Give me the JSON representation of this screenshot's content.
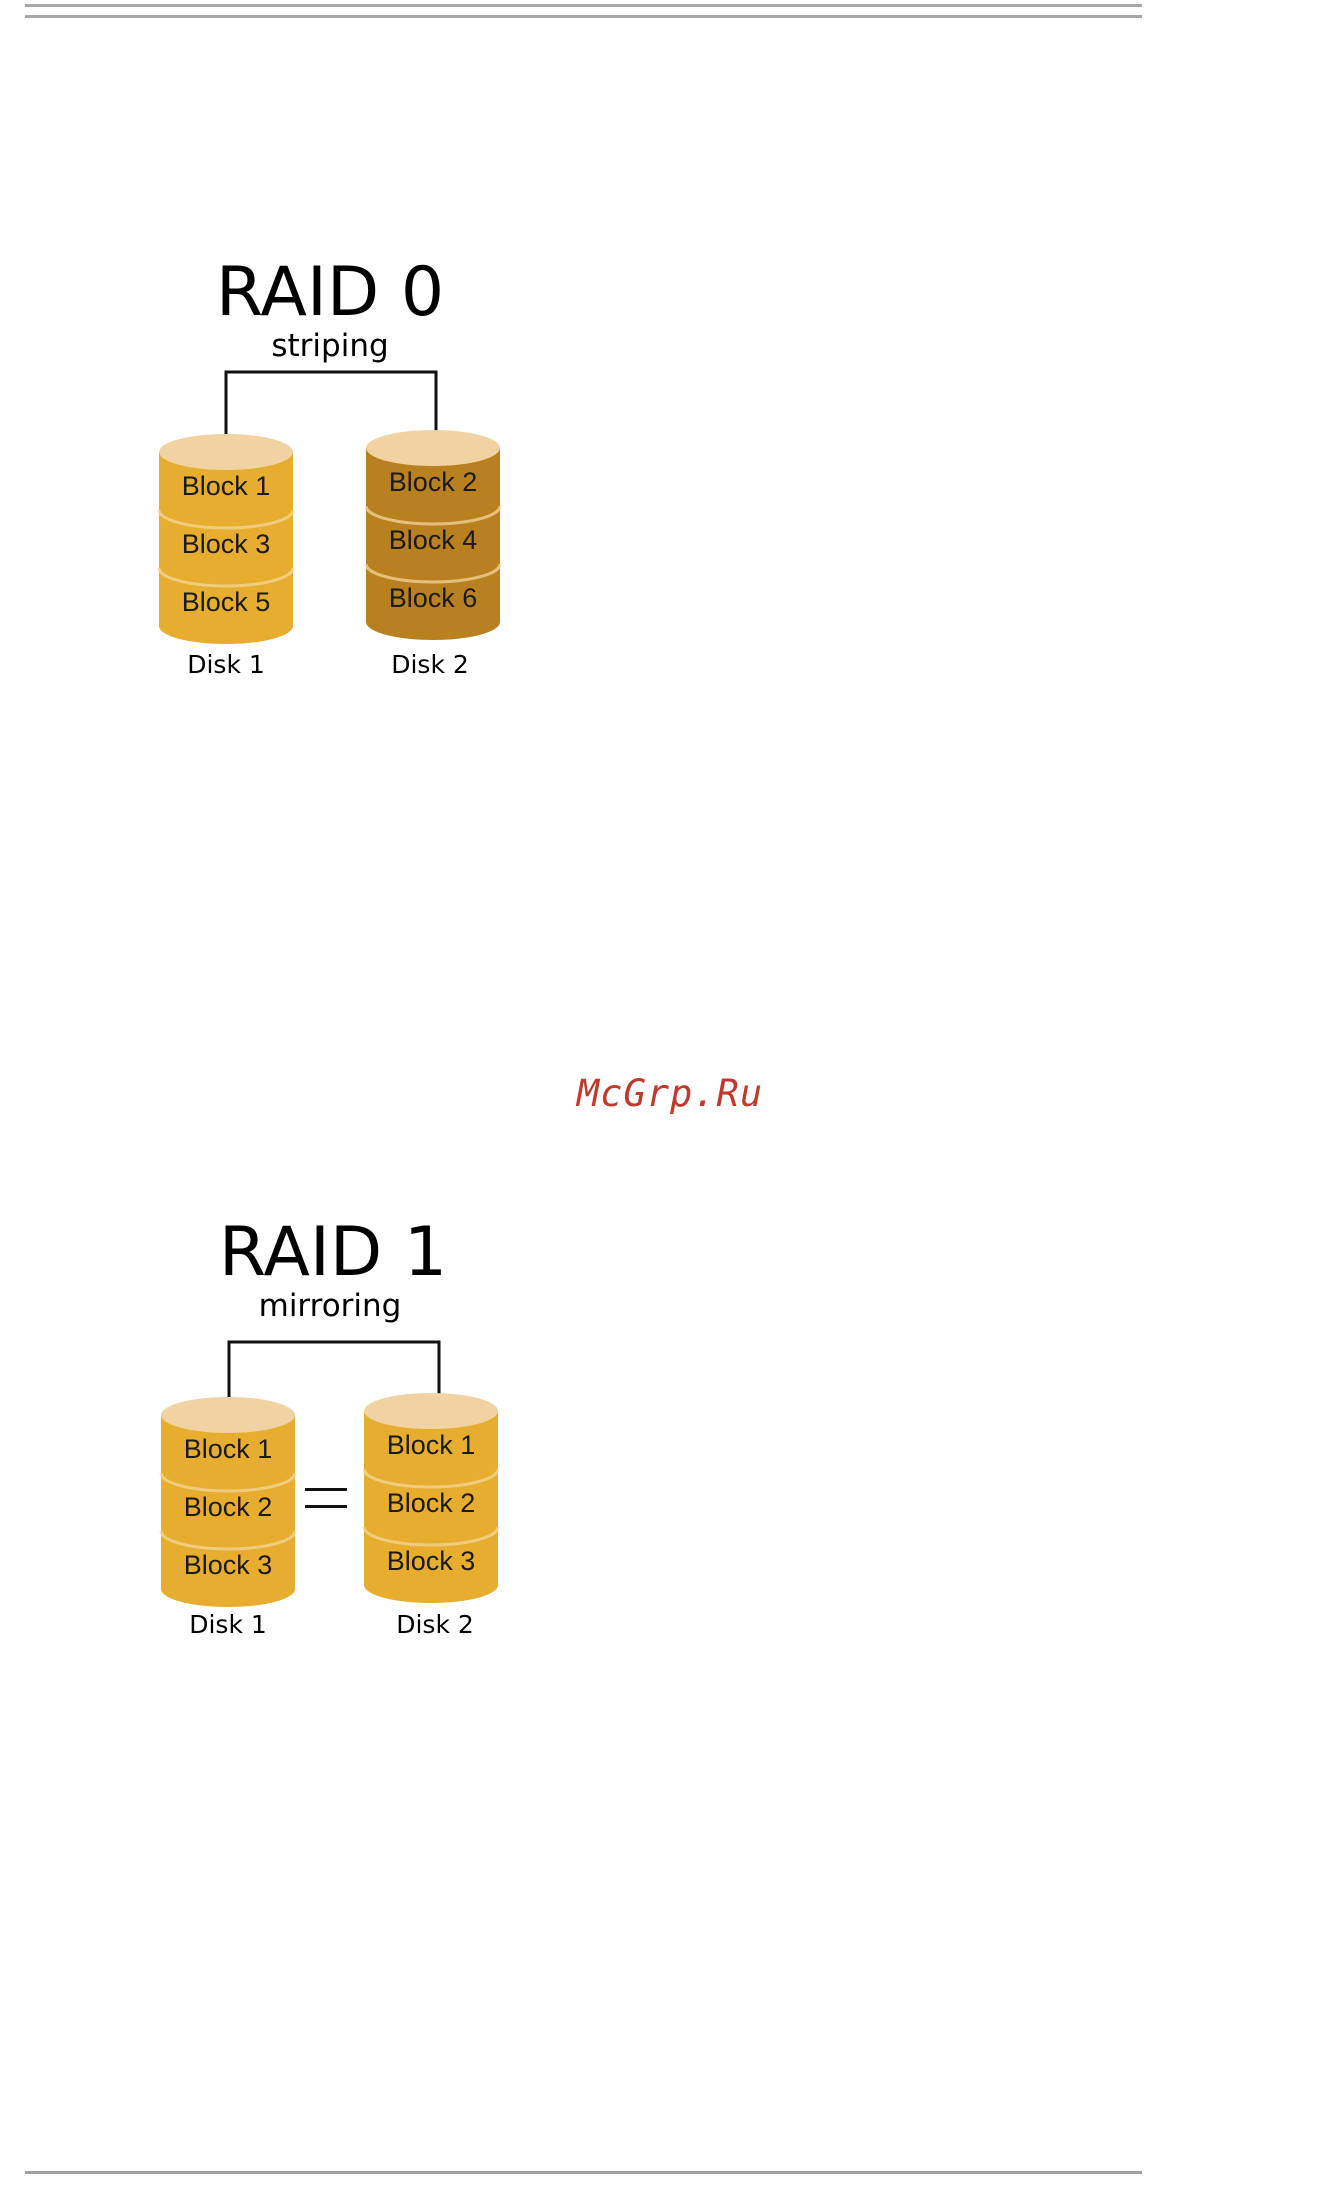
{
  "watermark": "McGrp.Ru",
  "colors": {
    "light_disk": "#e7ad2e",
    "light_disk_top": "#f1d3a3",
    "dark_disk": "#b9801f",
    "dark_disk_top": "#f1d3a3"
  },
  "diagrams": [
    {
      "title": "RAID 0",
      "subtitle": "striping",
      "disks": [
        {
          "label": "Disk 1",
          "blocks": [
            "Block 1",
            "Block 3",
            "Block 5"
          ],
          "shade": "light"
        },
        {
          "label": "Disk 2",
          "blocks": [
            "Block 2",
            "Block 4",
            "Block 6"
          ],
          "shade": "dark"
        }
      ],
      "relation": ""
    },
    {
      "title": "RAID 1",
      "subtitle": "mirroring",
      "disks": [
        {
          "label": "Disk 1",
          "blocks": [
            "Block 1",
            "Block 2",
            "Block 3"
          ],
          "shade": "light"
        },
        {
          "label": "Disk 2",
          "blocks": [
            "Block 1",
            "Block 2",
            "Block 3"
          ],
          "shade": "light"
        }
      ],
      "relation": "equals-sign"
    }
  ]
}
